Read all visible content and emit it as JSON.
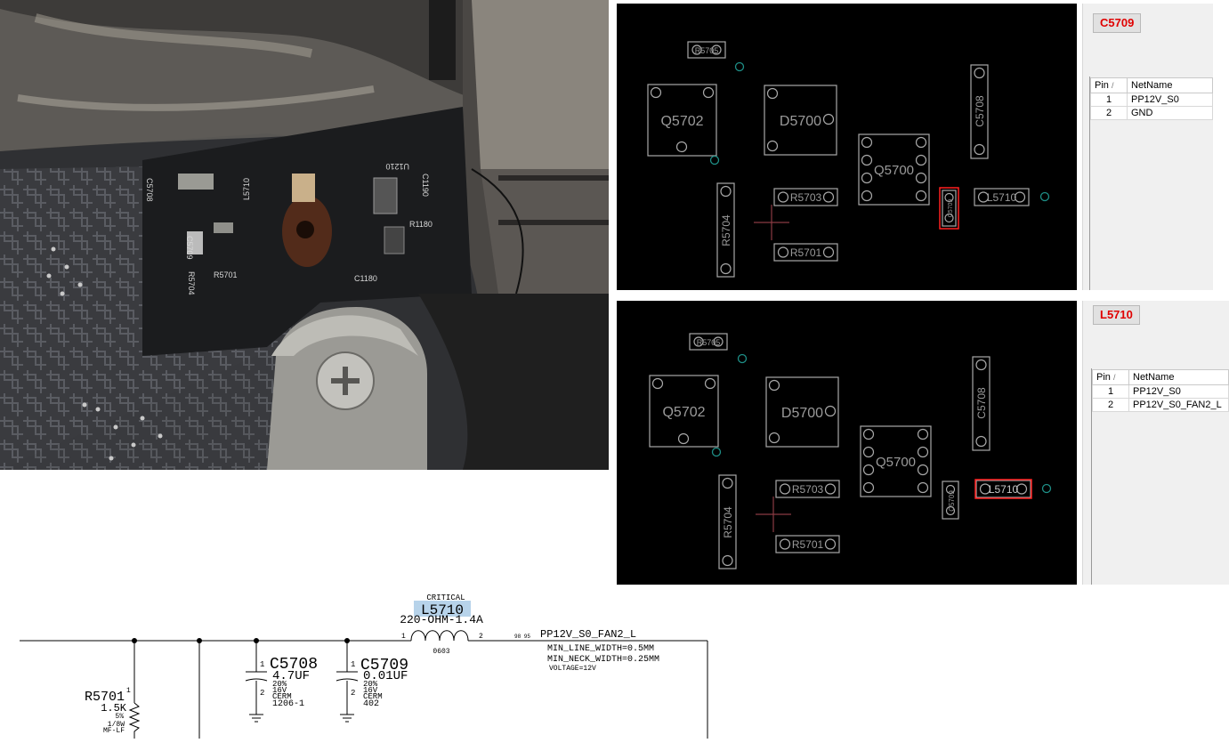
{
  "photo": {
    "silkscreen": [
      "C5708",
      "C5709",
      "L5710",
      "R5701",
      "R5704",
      "U1210",
      "C1190",
      "R1180",
      "C1180"
    ]
  },
  "top_view": {
    "components": {
      "r5705": "R5705",
      "q5702": "Q5702",
      "d5700": "D5700",
      "c5708": "C5708",
      "q5700": "Q5700",
      "r5703": "R5703",
      "l5710": "L5710",
      "r5704": "R5704",
      "r5701": "R5701",
      "c5709": "C5709"
    },
    "selected": "C5709",
    "highlight_color": "#ff2020"
  },
  "bottom_view": {
    "components": {
      "r5705": "R5705",
      "q5702": "Q5702",
      "d5700": "D5700",
      "c5708": "C5708",
      "q5700": "Q5700",
      "r5703": "R5703",
      "l5710": "L5710",
      "r5704": "R5704",
      "r5701": "R5701",
      "c5709": "C5709"
    },
    "selected": "L5710"
  },
  "panel_top": {
    "tag": "C5709",
    "columns": [
      "Pin",
      "NetName"
    ],
    "rows": [
      {
        "pin": "1",
        "net": "PP12V_S0"
      },
      {
        "pin": "2",
        "net": "GND"
      }
    ]
  },
  "panel_bottom": {
    "tag": "L5710",
    "columns": [
      "Pin",
      "NetName"
    ],
    "rows": [
      {
        "pin": "1",
        "net": "PP12V_S0"
      },
      {
        "pin": "2",
        "net": "PP12V_S0_FAN2_L"
      }
    ]
  },
  "schematic": {
    "l5710": {
      "critical": "CRITICAL",
      "ref": "L5710",
      "value": "220-OHM-1.4A",
      "pkg": "0603",
      "pin1": "1",
      "pin2": "2"
    },
    "net": {
      "pages": "98 95",
      "name": "PP12V_S0_FAN2_L",
      "min_line": "MIN_LINE_WIDTH=0.5MM",
      "min_neck": "MIN_NECK_WIDTH=0.25MM",
      "voltage": "VOLTAGE=12V"
    },
    "c5708": {
      "ref": "C5708",
      "value": "4.7UF",
      "tol": "20%",
      "volt": "16V",
      "dielectric": "CERM",
      "pkg": "1206-1",
      "pin1": "1",
      "pin2": "2"
    },
    "c5709": {
      "ref": "C5709",
      "value": "0.01UF",
      "tol": "20%",
      "volt": "16V",
      "dielectric": "CERM",
      "pkg": "402",
      "pin1": "1",
      "pin2": "2"
    },
    "r5701": {
      "ref": "R5701",
      "pin": "1",
      "value": "1.5K",
      "tol": "5%",
      "power": "1/8W",
      "mf": "MF-LF"
    }
  }
}
